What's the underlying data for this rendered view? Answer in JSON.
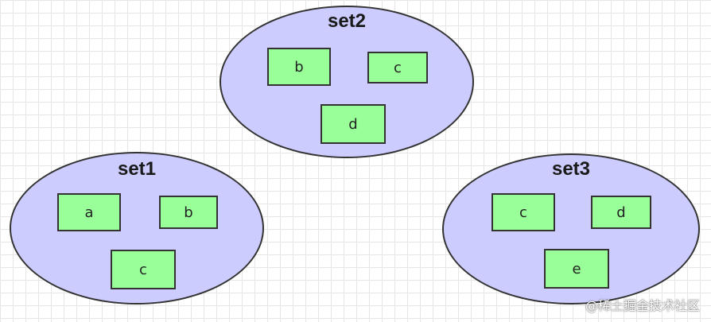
{
  "diagram": {
    "sets": [
      {
        "id": "set1",
        "label": "set1",
        "elements": [
          "a",
          "b",
          "c"
        ]
      },
      {
        "id": "set2",
        "label": "set2",
        "elements": [
          "b",
          "c",
          "d"
        ]
      },
      {
        "id": "set3",
        "label": "set3",
        "elements": [
          "c",
          "d",
          "e"
        ]
      }
    ]
  },
  "watermark": "@稀土掘金技术社区",
  "colors": {
    "set_fill": "#ccccff",
    "element_fill": "#99ff99",
    "outline": "#333333"
  }
}
